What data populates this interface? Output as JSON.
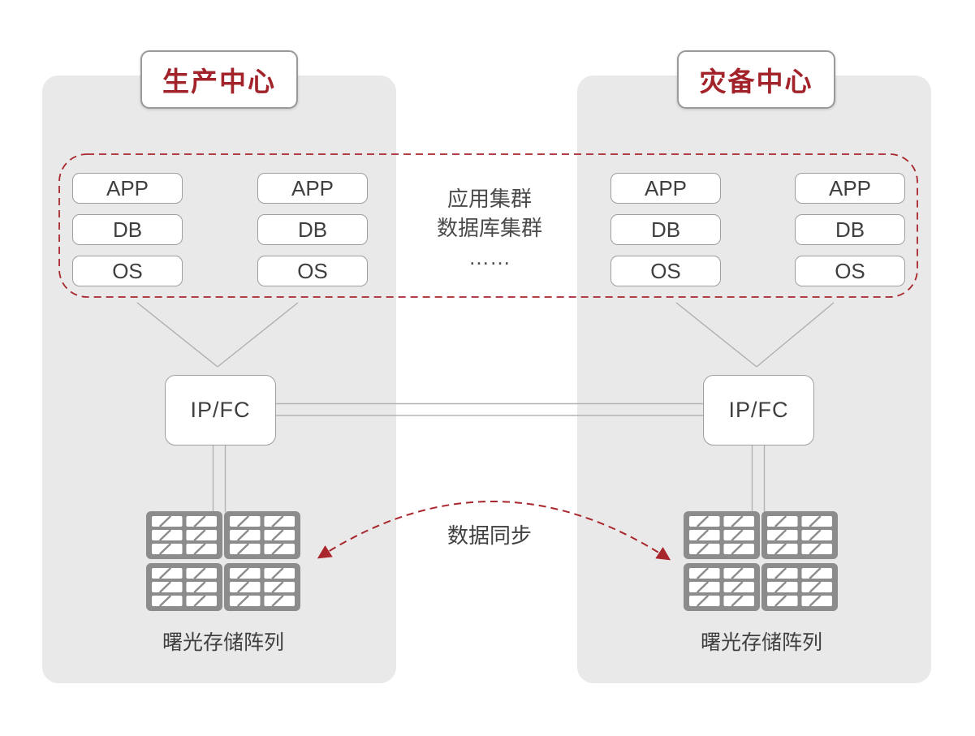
{
  "colors": {
    "accent_red": "#a2232a",
    "dash_red": "#a8262c",
    "panel_gray": "#e9e9e9",
    "box_border_gray": "#9e9e9e",
    "line_gray": "#b3b3b3",
    "text_dark": "#3f3f3f",
    "storage_gray": "#8c8c8c"
  },
  "icons": {
    "storage": "storage-array-grid"
  },
  "centers": {
    "production": {
      "title": "生产中心",
      "stacks": [
        {
          "items": [
            "APP",
            "DB",
            "OS"
          ]
        },
        {
          "items": [
            "APP",
            "DB",
            "OS"
          ]
        }
      ],
      "switch_label": "IP/FC",
      "storage_label": "曙光存储阵列"
    },
    "disaster": {
      "title": "灾备中心",
      "stacks": [
        {
          "items": [
            "APP",
            "DB",
            "OS"
          ]
        },
        {
          "items": [
            "APP",
            "DB",
            "OS"
          ]
        }
      ],
      "switch_label": "IP/FC",
      "storage_label": "曙光存储阵列"
    }
  },
  "cluster_note": {
    "line1": "应用集群",
    "line2": "数据库集群",
    "line3": "……"
  },
  "sync_label": "数据同步"
}
